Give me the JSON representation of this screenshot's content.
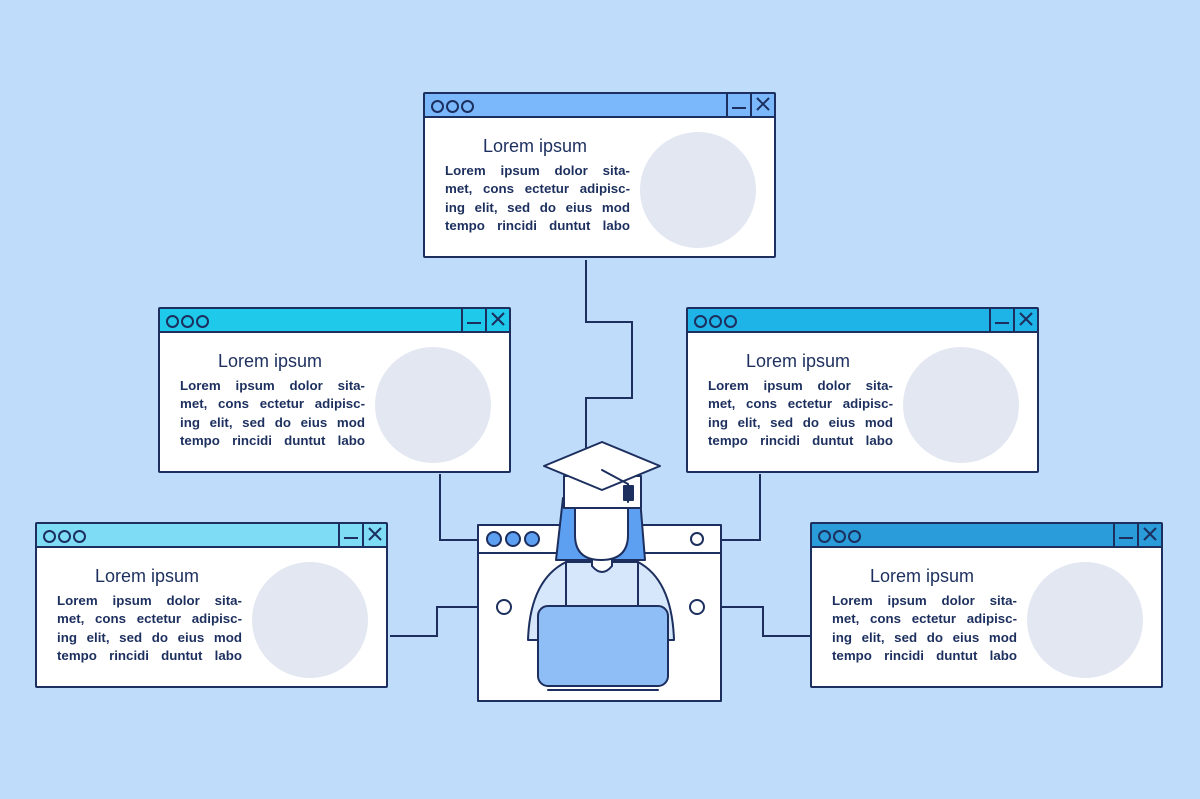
{
  "colors": {
    "background": "#bfdcfb",
    "outline": "#1c2f5e",
    "text": "#1c2f5e",
    "image_placeholder": "#e2e7f2",
    "window_top": "#7ab8fb",
    "window_mid_left": "#1ec9ea",
    "window_mid_right": "#1fb4e8",
    "window_bottom_left": "#7fdcf5",
    "window_bottom_right": "#2a9cd9",
    "center_accent": "#5d9ff0"
  },
  "windows": [
    {
      "title": "Lorem ipsum",
      "body_lines": [
        "Lorem ipsum dolor sita-",
        "met, cons ectetur adipisc-",
        "ing elit, sed do eius mod",
        "tempo rincidi duntut labo"
      ],
      "controls": [
        "minimize-icon",
        "close-icon"
      ]
    },
    {
      "title": "Lorem ipsum",
      "body_lines": [
        "Lorem ipsum dolor sita-",
        "met, cons ectetur adipisc-",
        "ing elit, sed do eius mod",
        "tempo rincidi duntut labo"
      ],
      "controls": [
        "minimize-icon",
        "close-icon"
      ]
    },
    {
      "title": "Lorem ipsum",
      "body_lines": [
        "Lorem ipsum dolor sita-",
        "met, cons ectetur adipisc-",
        "ing elit, sed do eius mod",
        "tempo rincidi duntut labo"
      ],
      "controls": [
        "minimize-icon",
        "close-icon"
      ]
    },
    {
      "title": "Lorem ipsum",
      "body_lines": [
        "Lorem ipsum dolor sita-",
        "met, cons ectetur adipisc-",
        "ing elit, sed do eius mod",
        "tempo rincidi duntut labo"
      ],
      "controls": [
        "minimize-icon",
        "close-icon"
      ]
    },
    {
      "title": "Lorem ipsum",
      "body_lines": [
        "Lorem ipsum dolor sita-",
        "met, cons ectetur adipisc-",
        "ing elit, sed do eius mod",
        "tempo rincidi duntut labo"
      ],
      "controls": [
        "minimize-icon",
        "close-icon"
      ]
    }
  ],
  "center": {
    "icons": [
      "graduation-cap-icon",
      "student-icon",
      "laptop-icon",
      "browser-window-icon"
    ]
  }
}
